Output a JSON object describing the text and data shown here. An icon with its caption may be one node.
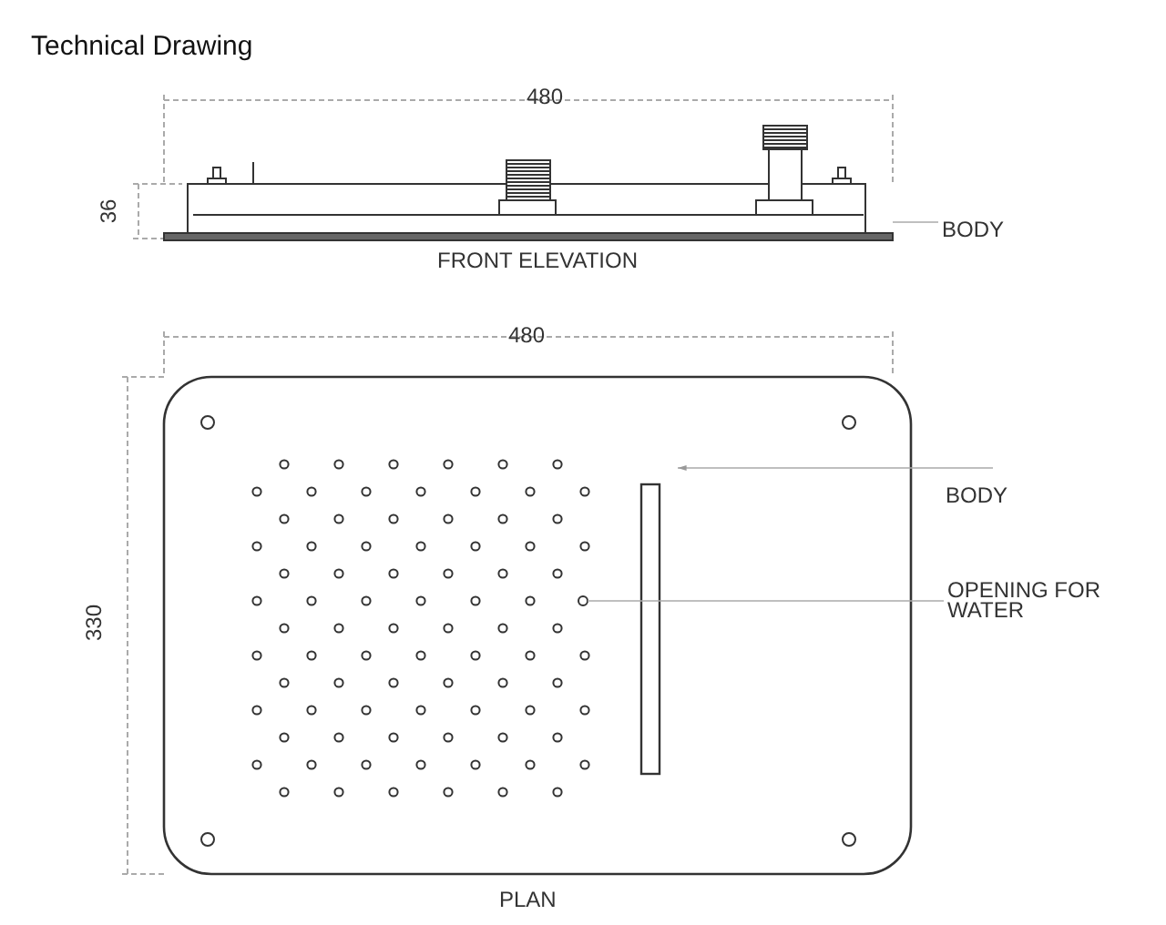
{
  "diagram": {
    "title": "Technical Drawing",
    "nodes": [
      {
        "text": [
          "BODY"
        ]
      },
      {
        "text": [],
        "shape": "picture"
      },
      {
        "text": [
          "BODY"
        ]
      },
      {
        "text": [
          "OPENING FOR WATER"
        ]
      },
      {
        "text": [],
        "shape": "circle"
      }
    ],
    "edges": [
      {
        "from": 0,
        "to": 1,
        "arrow": "none"
      },
      {
        "from": 2,
        "to": null,
        "arrow": "to"
      },
      {
        "from": 3,
        "to": 4,
        "arrow": "none"
      }
    ],
    "labels": [
      "480",
      "36",
      "FRONT ELEVATION",
      "480",
      "330",
      "PLAN"
    ]
  }
}
